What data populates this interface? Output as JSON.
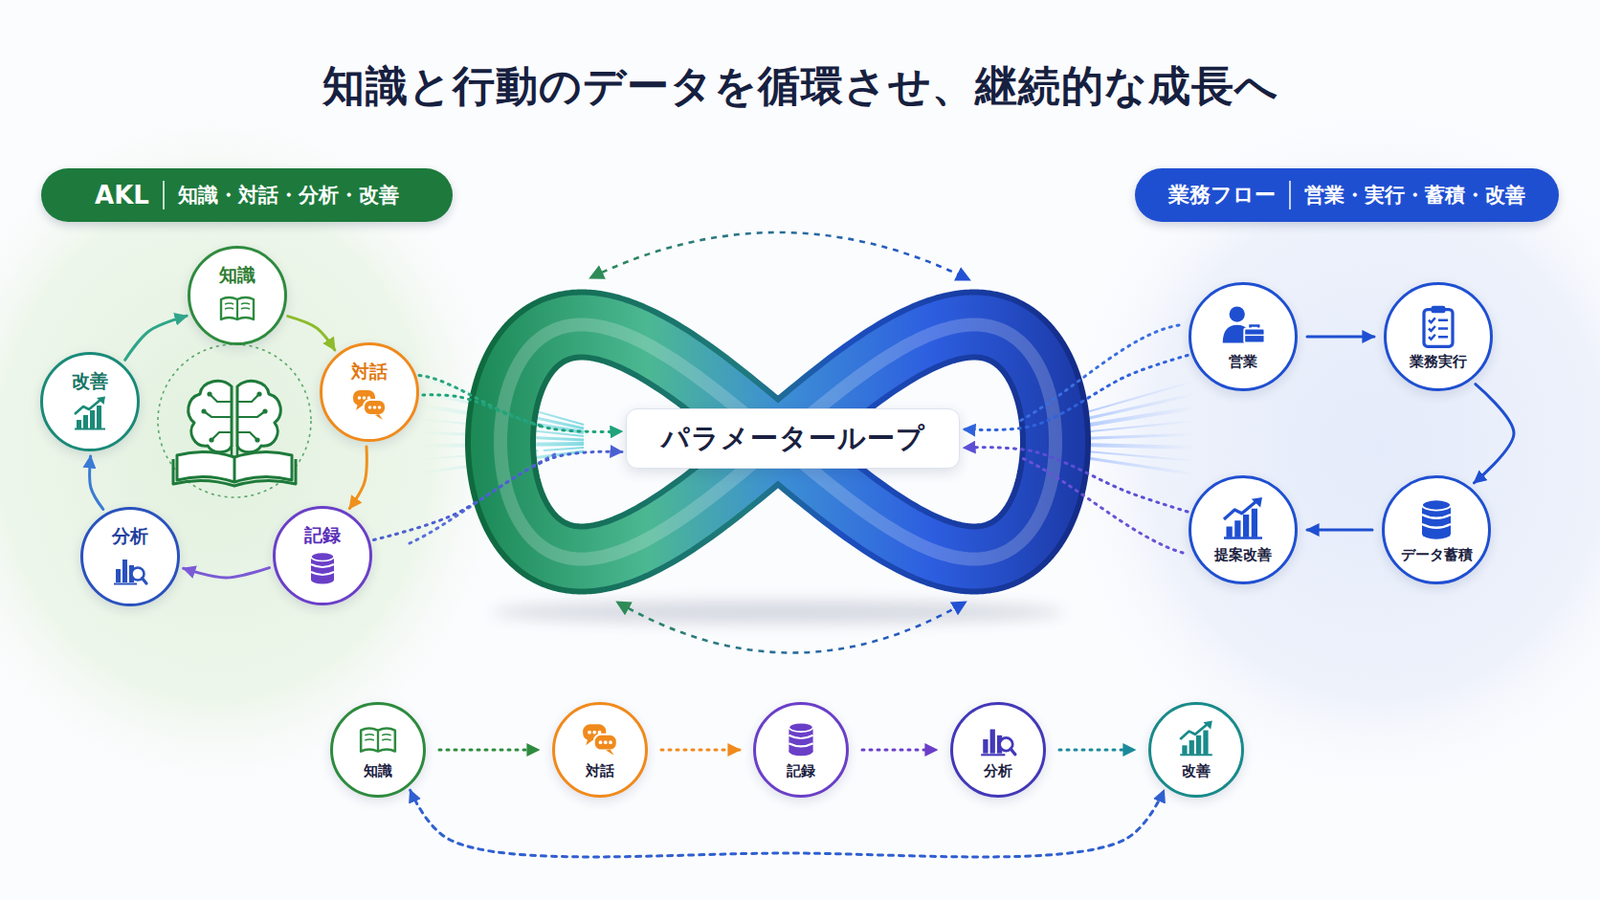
{
  "diagram": {
    "title": "知識と行動のデータを循環させ、継続的な成長へ",
    "nodes": [
      {
        "text": [
          "AKL",
          "知識・対話・分析・改善"
        ]
      },
      {
        "text": [
          "知識"
        ],
        "in": 0
      },
      {
        "text": [
          "対話"
        ],
        "in": 0
      },
      {
        "text": [
          "記録"
        ],
        "in": 0
      },
      {
        "text": [
          "分析"
        ],
        "in": 0
      },
      {
        "text": [
          "改善"
        ],
        "in": 0
      },
      {
        "text": [
          "パラメーターループ"
        ]
      },
      {
        "text": [
          "業務フロー",
          "営業・実行・蓄積・改善"
        ]
      },
      {
        "text": [
          "営業"
        ],
        "in": 7
      },
      {
        "text": [
          "業務実行"
        ],
        "in": 7
      },
      {
        "text": [
          "データ蓄積"
        ],
        "in": 7
      },
      {
        "text": [
          "提案改善"
        ],
        "in": 7
      },
      {
        "text": [
          "知識"
        ]
      },
      {
        "text": [
          "対話"
        ]
      },
      {
        "text": [
          "記録"
        ]
      },
      {
        "text": [
          "分析"
        ]
      },
      {
        "text": [
          "改善"
        ]
      }
    ],
    "edges": [
      {
        "from": 1,
        "to": 2,
        "arrow": "to"
      },
      {
        "from": 2,
        "to": 3,
        "arrow": "to"
      },
      {
        "from": 3,
        "to": 4,
        "arrow": "to"
      },
      {
        "from": 4,
        "to": 5,
        "arrow": "to"
      },
      {
        "from": 5,
        "to": 1,
        "arrow": "to"
      },
      {
        "from": 2,
        "to": 6,
        "arrow": "to"
      },
      {
        "from": 3,
        "to": 6,
        "arrow": "to"
      },
      {
        "from": 8,
        "to": 9,
        "arrow": "to"
      },
      {
        "from": 9,
        "to": 10,
        "arrow": "to"
      },
      {
        "from": 10,
        "to": 11,
        "arrow": "to"
      },
      {
        "from": 8,
        "to": 6,
        "arrow": "to"
      },
      {
        "from": 11,
        "to": 6,
        "arrow": "to"
      },
      {
        "from": 12,
        "to": 13,
        "arrow": "to"
      },
      {
        "from": 13,
        "to": 14,
        "arrow": "to"
      },
      {
        "from": 14,
        "to": 15,
        "arrow": "to"
      },
      {
        "from": 15,
        "to": 16,
        "arrow": "to"
      },
      {
        "from": 12,
        "to": 16,
        "arrow": "both"
      }
    ]
  }
}
